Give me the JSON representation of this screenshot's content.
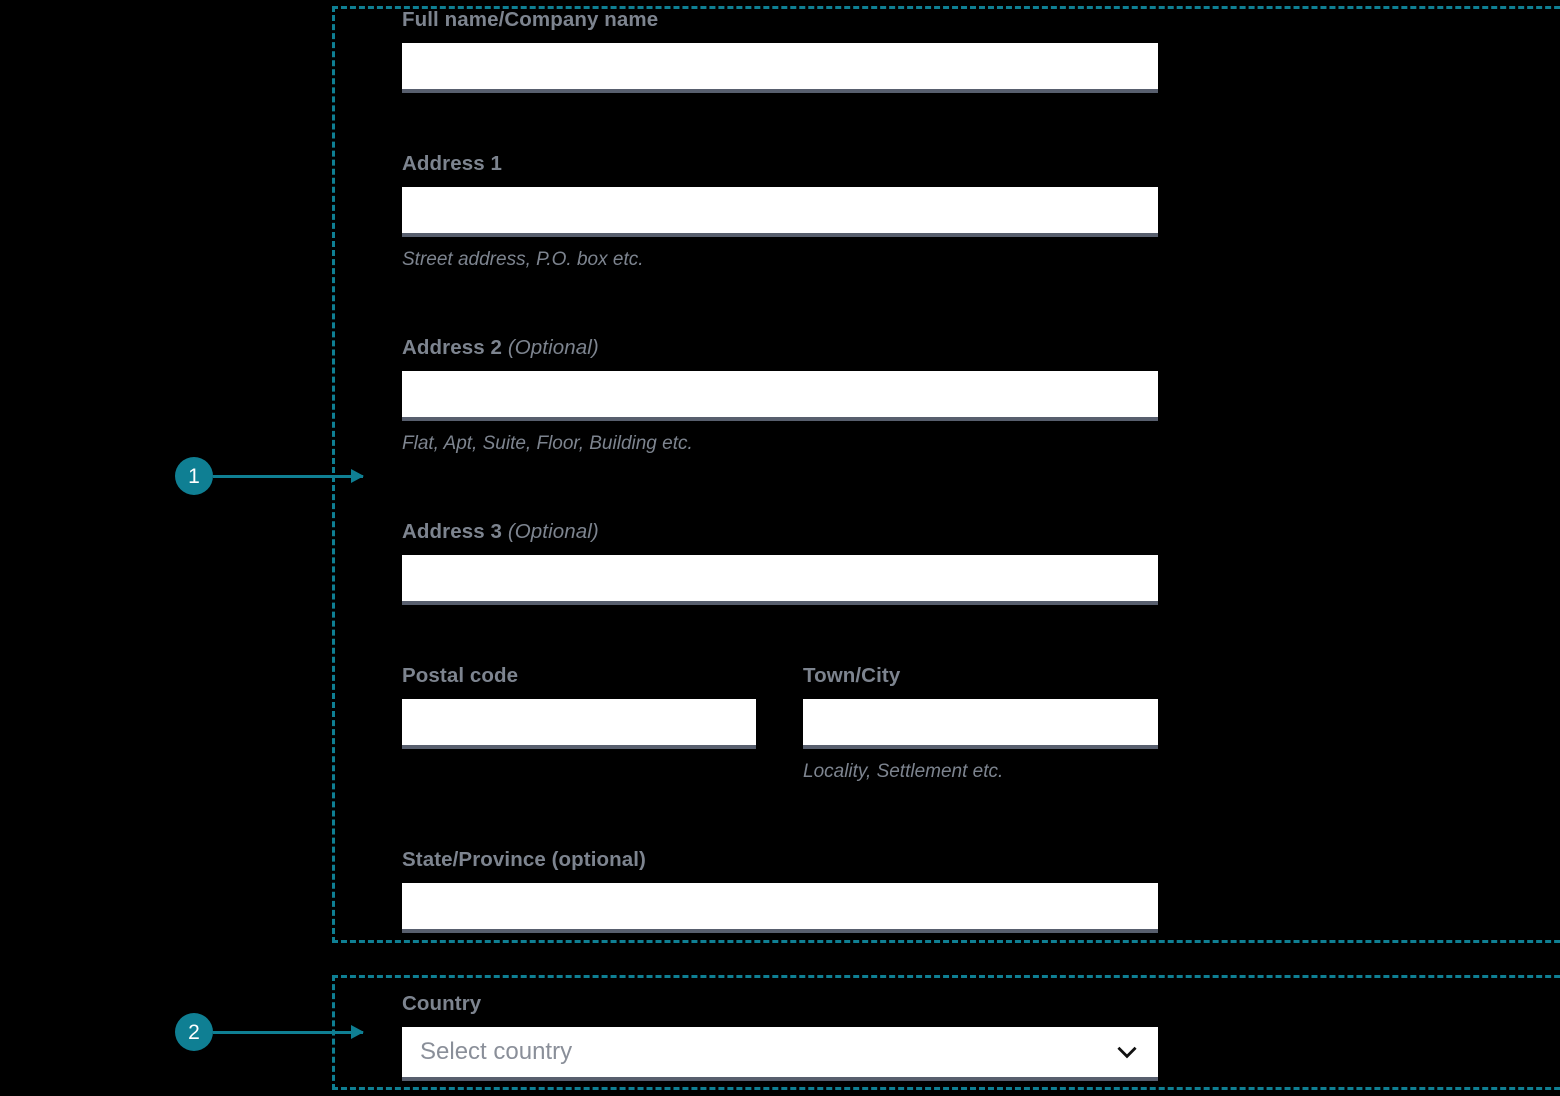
{
  "theme": {
    "background": "#000000",
    "accent": "#0f7f93",
    "label_color": "#7d848f",
    "input_background": "#ffffff",
    "input_border": "#585f6e",
    "placeholder_color": "#8a8f99"
  },
  "annotations": [
    {
      "number": "1",
      "target": "address-block"
    },
    {
      "number": "2",
      "target": "country-block"
    }
  ],
  "form": {
    "fields": [
      {
        "id": "full-name",
        "label": "Full name/Company name",
        "optional_suffix": "",
        "value": "",
        "placeholder": "",
        "hint": ""
      },
      {
        "id": "address-1",
        "label": "Address 1",
        "optional_suffix": "",
        "value": "",
        "placeholder": "",
        "hint": "Street address, P.O. box etc."
      },
      {
        "id": "address-2",
        "label": "Address 2",
        "optional_suffix": "(Optional)",
        "value": "",
        "placeholder": "",
        "hint": "Flat, Apt, Suite, Floor, Building etc."
      },
      {
        "id": "address-3",
        "label": "Address 3",
        "optional_suffix": "(Optional)",
        "value": "",
        "placeholder": "",
        "hint": ""
      },
      {
        "id": "postal-code",
        "label": "Postal code",
        "optional_suffix": "",
        "value": "",
        "placeholder": "",
        "hint": ""
      },
      {
        "id": "town-city",
        "label": "Town/City",
        "optional_suffix": "",
        "value": "",
        "placeholder": "",
        "hint": "Locality, Settlement etc."
      },
      {
        "id": "state-province",
        "label": "State/Province (optional)",
        "optional_suffix": "",
        "value": "",
        "placeholder": "",
        "hint": ""
      },
      {
        "id": "country",
        "label": "Country",
        "optional_suffix": "",
        "value": "",
        "placeholder": "Select country",
        "hint": ""
      }
    ]
  },
  "icons": {
    "chevron_down": "chevron-down-icon"
  }
}
